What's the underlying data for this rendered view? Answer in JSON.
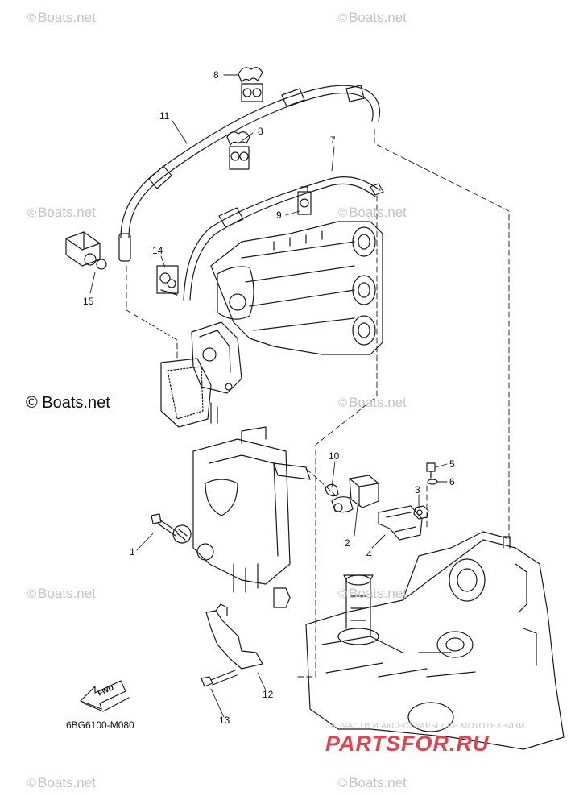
{
  "watermark": "Boats.net",
  "copyright_mark": "©",
  "copyright_notice": "© Boats.net",
  "diagram_code": "6BG6100-M080",
  "fwd_label": "FWD",
  "shop_logo": {
    "tagline": "ЗАПЧАСТИ И АКСЕССУАРЫ ДЛЯ МОТОТЕХНИКИ",
    "name": "PARTSFOR.RU"
  },
  "callouts": {
    "c1": "1",
    "c2": "2",
    "c3": "3",
    "c4": "4",
    "c5": "5",
    "c6": "6",
    "c7": "7",
    "c8a": "8",
    "c8b": "8",
    "c9": "9",
    "c10": "10",
    "c11": "11",
    "c12": "12",
    "c13": "13",
    "c14": "14",
    "c15": "15"
  },
  "colors": {
    "line": "#1a1a1a",
    "watermark": "#c4c4c4",
    "logo": "#e0454f"
  }
}
